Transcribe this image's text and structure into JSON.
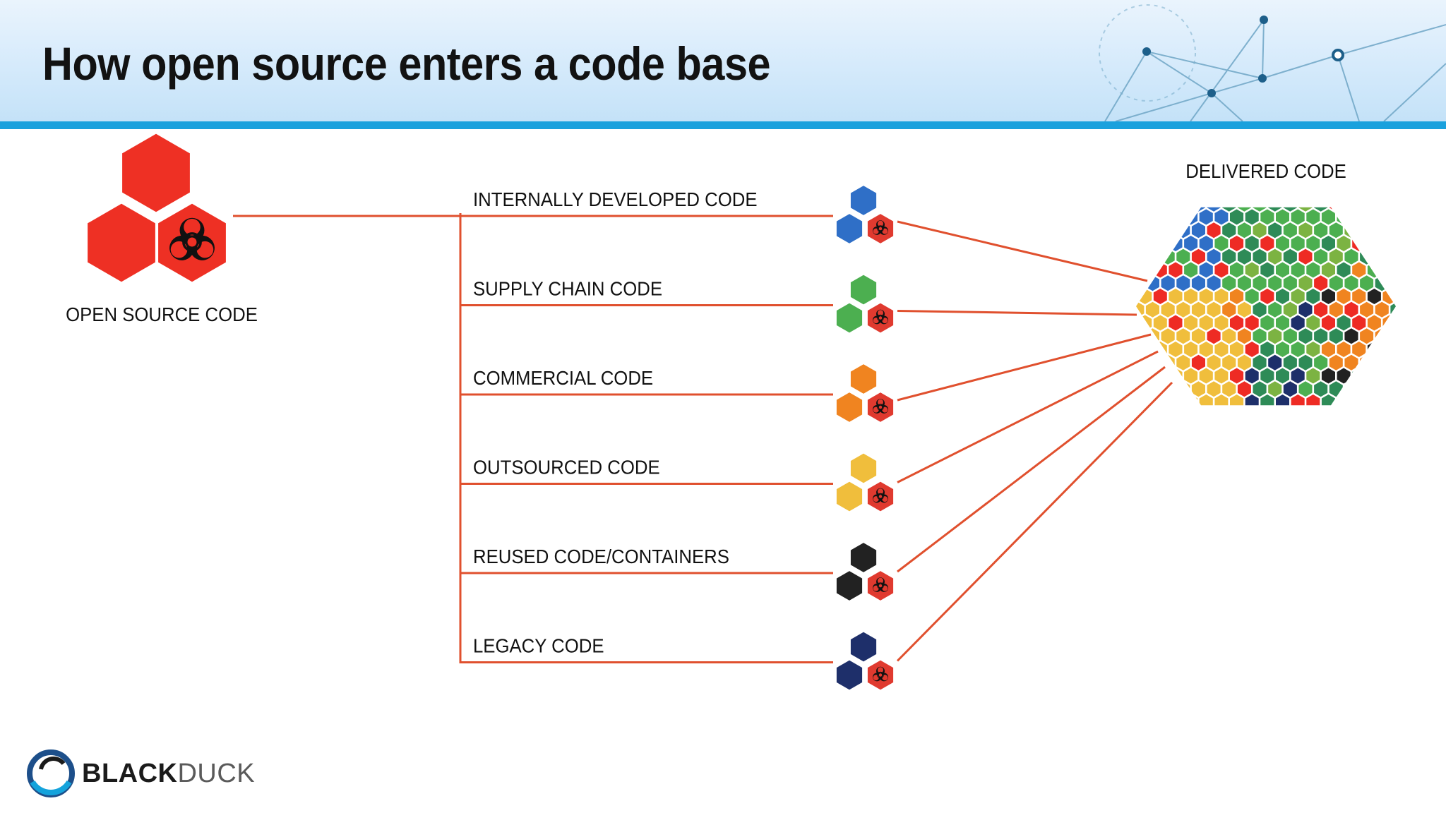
{
  "slide": {
    "title": "How open source enters a code base"
  },
  "source": {
    "label": "OPEN SOURCE CODE",
    "color": "#ee3024"
  },
  "target": {
    "label": "DELIVERED CODE"
  },
  "categories": [
    {
      "label": "INTERNALLY DEVELOPED CODE",
      "color": "#2f6fc7"
    },
    {
      "label": "SUPPLY CHAIN CODE",
      "color": "#4caf50"
    },
    {
      "label": "COMMERCIAL CODE",
      "color": "#f08420"
    },
    {
      "label": "OUTSOURCED CODE",
      "color": "#f0be3c"
    },
    {
      "label": "REUSED CODE/CONTAINERS",
      "color": "#222222"
    },
    {
      "label": "LEGACY CODE",
      "color": "#1e2f6a"
    }
  ],
  "colors": {
    "connector": "#e0502e",
    "biohazard_hex": "#e03a2f",
    "accent_rule": "#1aa1dd",
    "palette": {
      "blue": "#2f6fc7",
      "green": "#4caf50",
      "dark_green": "#2e8b57",
      "orange": "#f08420",
      "yellow": "#f0be3c",
      "red": "#ee2b24",
      "black": "#222222",
      "navy": "#1e2f6a",
      "olive": "#7cb342"
    }
  },
  "brand": {
    "part1": "BLACK",
    "part2": "DUCK"
  }
}
